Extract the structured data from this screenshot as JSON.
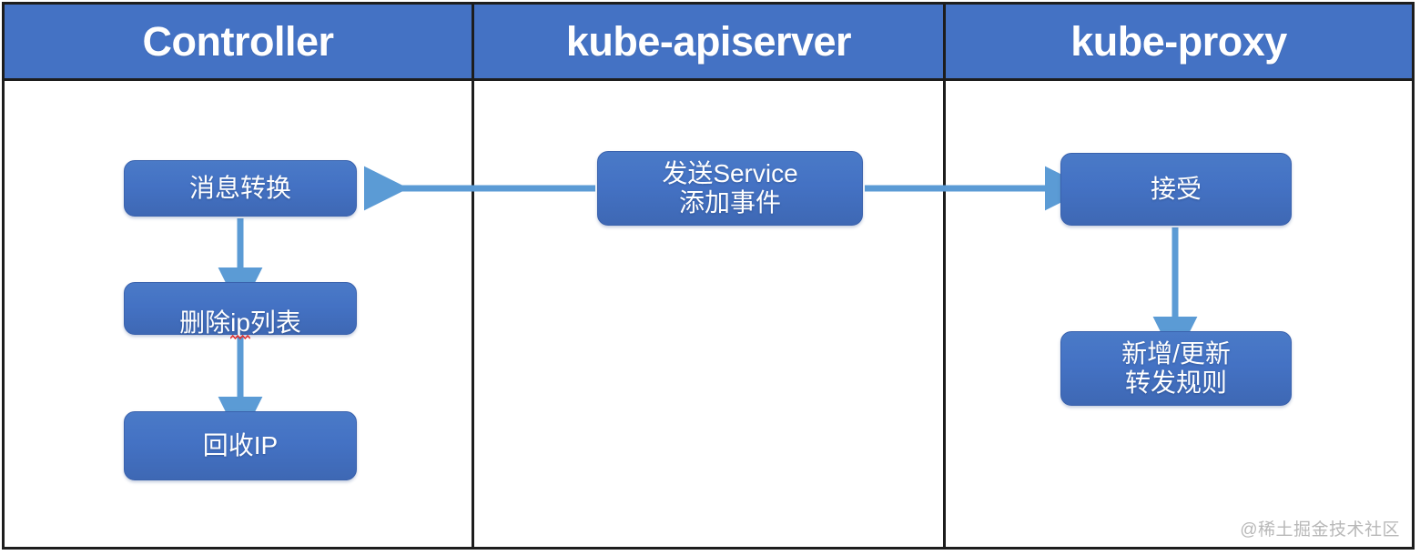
{
  "diagram": {
    "title": "Kubernetes Service deletion / update flow (swimlane)",
    "colors": {
      "lane_header_fill": "#4472C4",
      "node_fill": "#4472C4",
      "arrow": "#5B9BD5",
      "frame": "#1d1d1d",
      "spellcheck_underline": "#E03030",
      "watermark_text": "#b8b8b8",
      "node_text": "#ffffff"
    },
    "lanes": [
      {
        "id": "controller",
        "label": "Controller"
      },
      {
        "id": "kube-apiserver",
        "label": "kube-apiserver"
      },
      {
        "id": "kube-proxy",
        "label": "kube-proxy"
      }
    ],
    "nodes": [
      {
        "id": "msg-convert",
        "lane": "controller",
        "label": "消息转换"
      },
      {
        "id": "del-ip",
        "lane": "controller",
        "label": "删除ip列表",
        "spellcheck_token": "ip"
      },
      {
        "id": "reclaim-ip",
        "lane": "controller",
        "label": "回收IP"
      },
      {
        "id": "send-service",
        "lane": "kube-apiserver",
        "label": "发送Service\n添加事件"
      },
      {
        "id": "accept",
        "lane": "kube-proxy",
        "label": "接受"
      },
      {
        "id": "forward-rule",
        "lane": "kube-proxy",
        "label": "新增/更新\n转发规则"
      }
    ],
    "edges": [
      {
        "id": "e1",
        "from": "send-service",
        "to": "msg-convert",
        "direction": "left",
        "style": "solid"
      },
      {
        "id": "e2",
        "from": "send-service",
        "to": "accept",
        "direction": "right",
        "style": "solid"
      },
      {
        "id": "e3",
        "from": "msg-convert",
        "to": "del-ip",
        "direction": "down",
        "style": "solid"
      },
      {
        "id": "e4",
        "from": "del-ip",
        "to": "reclaim-ip",
        "direction": "down",
        "style": "solid"
      },
      {
        "id": "e5",
        "from": "accept",
        "to": "forward-rule",
        "direction": "down",
        "style": "solid"
      }
    ],
    "watermark": "@稀土掘金技术社区"
  }
}
